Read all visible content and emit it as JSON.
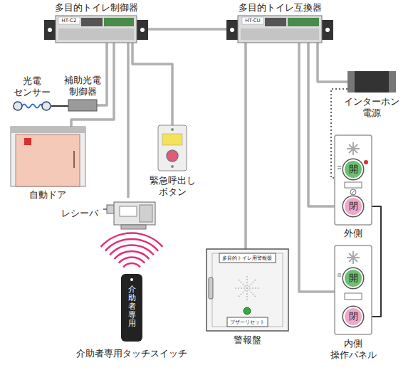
{
  "diagram": {
    "nodes": [
      {
        "text": [
          "多目的トイレ制御器",
          "HT-C2"
        ]
      },
      {
        "text": [
          "多目的トイレ互換器",
          "HT-CU"
        ]
      },
      {
        "text": [
          "光電 センサー"
        ]
      },
      {
        "text": [
          "補助光電 制御器"
        ]
      },
      {
        "text": [
          "自動ドア"
        ]
      },
      {
        "text": [
          "緊急呼出し ボタン"
        ]
      },
      {
        "text": [
          "レシーバ"
        ]
      },
      {
        "text": [
          "介助者専用",
          "介助者専用タッチスイッチ"
        ]
      },
      {
        "text": [
          "インターホン 電源"
        ]
      },
      {
        "text": [
          "外側"
        ]
      },
      {
        "text": [
          "開"
        ],
        "in": 9
      },
      {
        "text": [
          "閉"
        ],
        "in": 9
      },
      {
        "text": [
          "多目的トイレ用警報盤",
          "ブザーリセット",
          "警報盤"
        ]
      },
      {
        "text": [
          "内側 操作パネル"
        ]
      },
      {
        "text": [
          "開"
        ],
        "in": 13
      },
      {
        "text": [
          "閉"
        ],
        "in": 13
      }
    ],
    "edges": [
      {
        "from": 2,
        "to": 3,
        "arrow": "none"
      },
      {
        "from": 3,
        "to": 0,
        "arrow": "none"
      },
      {
        "from": 4,
        "to": 0,
        "arrow": "none"
      },
      {
        "from": 6,
        "to": 0,
        "arrow": "none"
      },
      {
        "from": 5,
        "to": 0,
        "arrow": "none"
      },
      {
        "from": 0,
        "to": 1,
        "arrow": "none"
      },
      {
        "from": 1,
        "to": 12,
        "arrow": "none"
      },
      {
        "from": 1,
        "to": 8,
        "arrow": "none"
      },
      {
        "from": 1,
        "to": 9,
        "arrow": "none"
      },
      {
        "from": 8,
        "to": 9,
        "arrow": "none"
      },
      {
        "from": 1,
        "to": 13,
        "arrow": "none"
      },
      {
        "from": 11,
        "to": 15,
        "arrow": "none"
      }
    ]
  }
}
